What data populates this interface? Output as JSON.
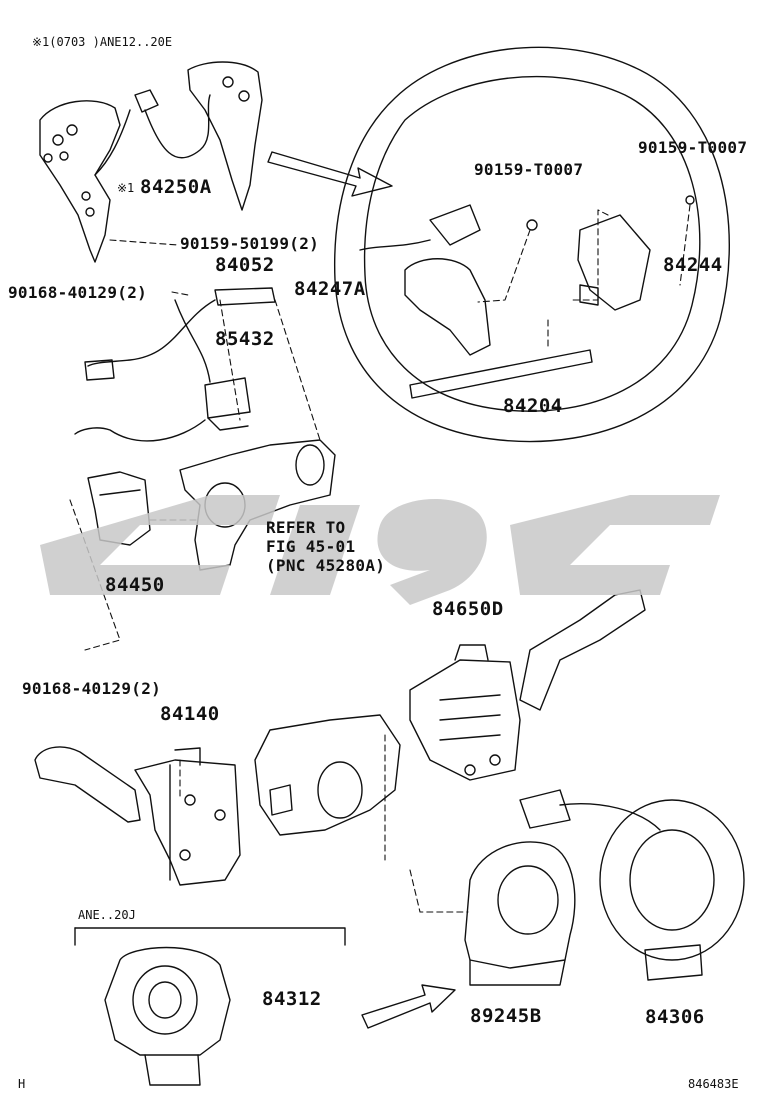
{
  "notes": {
    "top_note": "※1(0703  )ANE12..20E",
    "marker_1": "※1",
    "bottom_left": "H",
    "figure_id": "846483E",
    "section_ane20j": "ANE..20J",
    "refer_to": [
      "REFER TO",
      "FIG 45-01",
      "(PNC 45280A)"
    ]
  },
  "parts": {
    "p84250A": "84250A",
    "p90159_50199": "90159-50199(2)",
    "p84052": "84052",
    "p90168_40129_top": "90168-40129(2)",
    "p85432": "85432",
    "p84450": "84450",
    "p90168_40129_bot": "90168-40129(2)",
    "p84140": "84140",
    "p84650D": "84650D",
    "p90159_T0007_a": "90159-T0007",
    "p90159_T0007_b": "90159-T0007",
    "p84247A": "84247A",
    "p84244": "84244",
    "p84204": "84204",
    "p84312": "84312",
    "p89245B": "89245B",
    "p84306": "84306"
  },
  "colors": {
    "line": "#111111",
    "watermark": "#c8c8c8"
  }
}
